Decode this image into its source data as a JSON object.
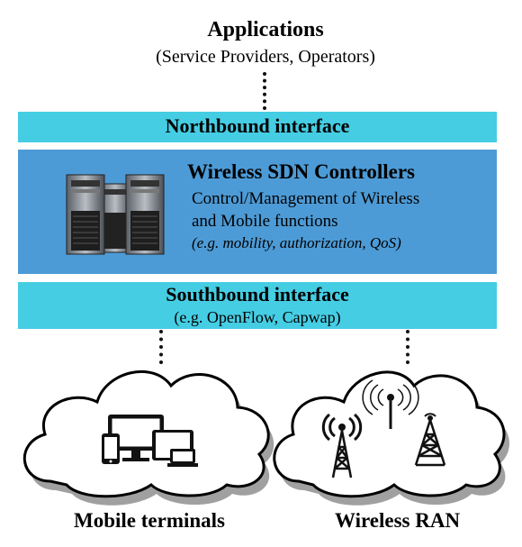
{
  "applications": {
    "title": "Applications",
    "subtitle": "(Service Providers, Operators)"
  },
  "northbound": {
    "label": "Northbound interface"
  },
  "controller": {
    "title": "Wireless SDN Controllers",
    "line1": "Control/Management of Wireless",
    "line2": "and Mobile functions",
    "examples": "(e.g. mobility, authorization, QoS)"
  },
  "southbound": {
    "label": "Southbound interface",
    "examples": "(e.g. OpenFlow, Capwap)"
  },
  "clouds": {
    "mobile_label": "Mobile terminals",
    "ran_label": "Wireless RAN"
  },
  "icons": [
    "server-rack-icon",
    "monitor-icon",
    "smartphone-icon",
    "tablet-icon",
    "laptop-icon",
    "radio-tower-icon"
  ],
  "colors": {
    "interface_band": "#45cde3",
    "controller_box": "#4d9bd6"
  }
}
